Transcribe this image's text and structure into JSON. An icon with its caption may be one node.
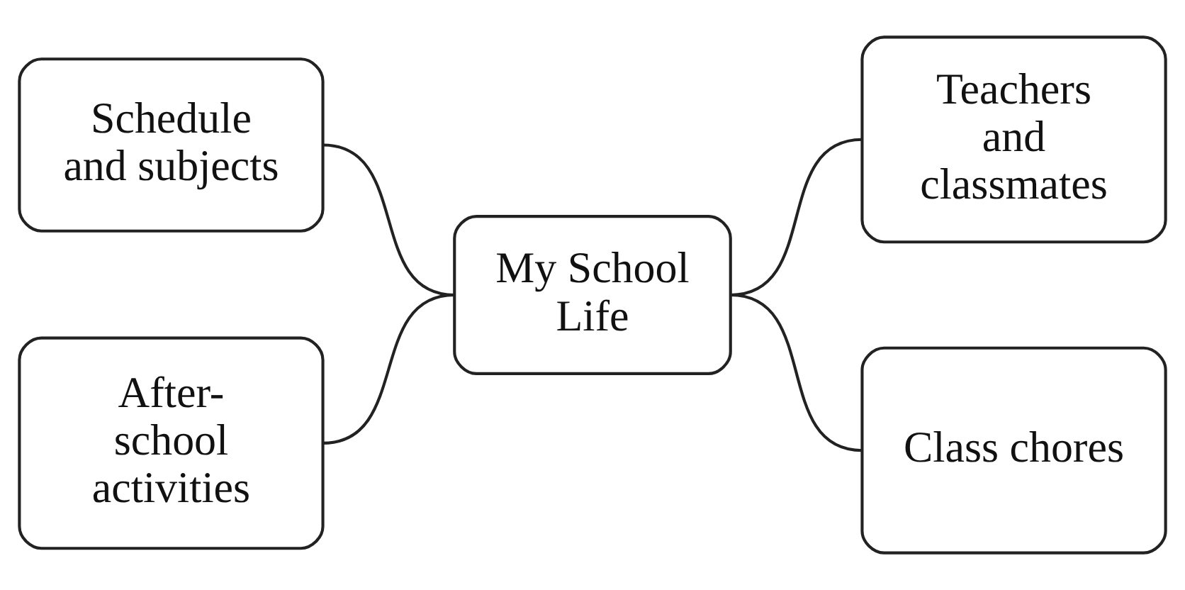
{
  "diagram": {
    "nodes": [
      {
        "text": [
          "Schedule and subjects"
        ]
      },
      {
        "text": [
          "After-school activities"
        ]
      },
      {
        "text": [
          "My School Life"
        ]
      },
      {
        "text": [
          "Teachers and classmates"
        ]
      },
      {
        "text": [
          "Class chores"
        ]
      }
    ],
    "edges": [
      {
        "from": 0,
        "to": 2,
        "arrow": "none"
      },
      {
        "from": 1,
        "to": 2,
        "arrow": "none"
      },
      {
        "from": 2,
        "to": 3,
        "arrow": "none"
      },
      {
        "from": 2,
        "to": 4,
        "arrow": "none"
      }
    ]
  }
}
